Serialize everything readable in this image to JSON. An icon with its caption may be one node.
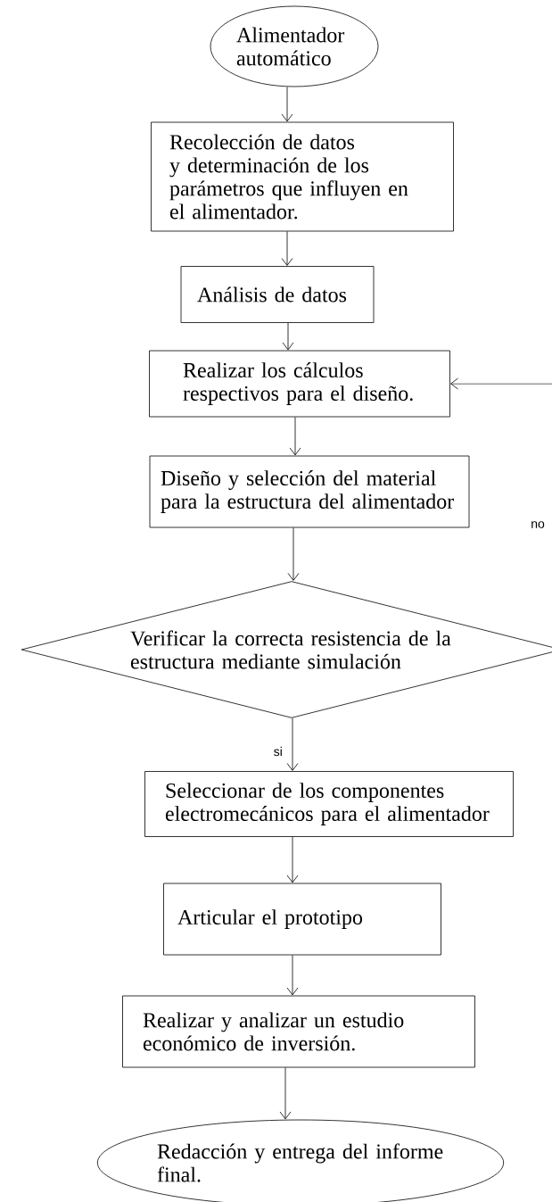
{
  "diagram": {
    "nodes": [
      {
        "text": [
          "Alimentador automático"
        ]
      },
      {
        "text": [
          "Recolección de datos y determinación de los parámetros que influyen en el alimentador."
        ]
      },
      {
        "text": [
          "Análisis de datos"
        ]
      },
      {
        "text": [
          "Realizar los cálculos respectivos para el diseño."
        ]
      },
      {
        "text": [
          "Diseño y selección del material para la estructura del alimentador"
        ]
      },
      {
        "text": [
          "Verificar la correcta resistencia de la estructura mediante simulación"
        ]
      },
      {
        "text": [
          "Seleccionar de los componentes electromecánicos para el alimentador"
        ]
      },
      {
        "text": [
          "Articular el prototipo"
        ]
      },
      {
        "text": [
          "Realizar y analizar un estudio económico de inversión."
        ]
      },
      {
        "text": [
          "Redacción y entrega del informe final."
        ]
      }
    ],
    "edges": [
      {
        "from": 0,
        "to": 1,
        "arrow": "to"
      },
      {
        "from": 1,
        "to": 2,
        "arrow": "to"
      },
      {
        "from": 2,
        "to": 3,
        "arrow": "to"
      },
      {
        "from": 3,
        "to": 4,
        "arrow": "to"
      },
      {
        "from": 4,
        "to": 5,
        "arrow": "to"
      },
      {
        "from": 5,
        "to": 3,
        "arrow": "to",
        "label": "no"
      },
      {
        "from": 5,
        "to": 6,
        "arrow": "to",
        "label": "si"
      },
      {
        "from": 6,
        "to": 7,
        "arrow": "to"
      },
      {
        "from": 7,
        "to": 8,
        "arrow": "to"
      },
      {
        "from": 8,
        "to": 9,
        "arrow": "to"
      }
    ]
  }
}
